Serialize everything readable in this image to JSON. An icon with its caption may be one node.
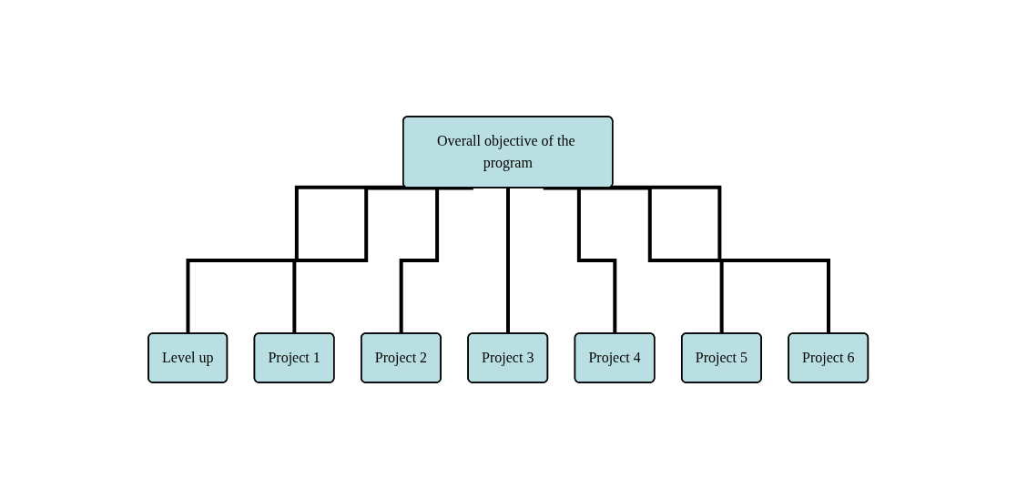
{
  "diagram": {
    "nodes": [
      {
        "text": [
          "Overall objective of the program"
        ]
      },
      {
        "text": [
          "Level up"
        ]
      },
      {
        "text": [
          "Project 1"
        ]
      },
      {
        "text": [
          "Project 2"
        ]
      },
      {
        "text": [
          "Project 3"
        ]
      },
      {
        "text": [
          "Project 4"
        ]
      },
      {
        "text": [
          "Project 5"
        ]
      },
      {
        "text": [
          "Project 6"
        ]
      }
    ],
    "edges": [
      {
        "from": 0,
        "to": 1,
        "arrow": "none"
      },
      {
        "from": 0,
        "to": 2,
        "arrow": "none"
      },
      {
        "from": 0,
        "to": 3,
        "arrow": "none"
      },
      {
        "from": 0,
        "to": 4,
        "arrow": "none"
      },
      {
        "from": 0,
        "to": 5,
        "arrow": "none"
      },
      {
        "from": 0,
        "to": 6,
        "arrow": "none"
      },
      {
        "from": 0,
        "to": 7,
        "arrow": "none"
      }
    ]
  }
}
